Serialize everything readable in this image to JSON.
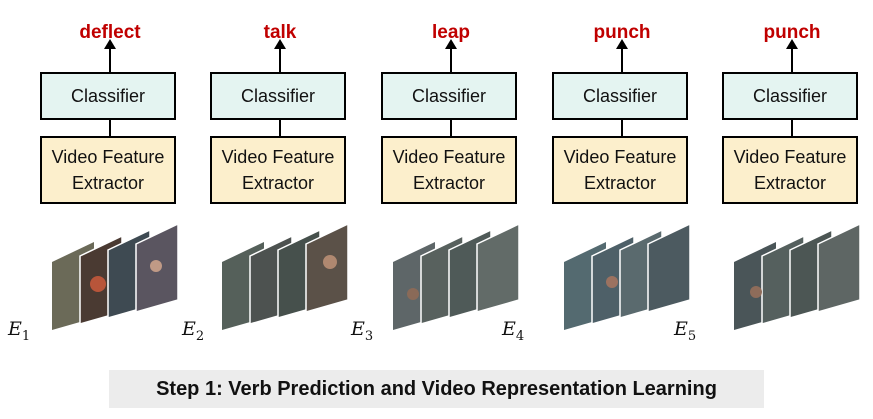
{
  "columns": [
    {
      "verb": "deflect",
      "classifier": "Classifier",
      "extractor_line1": "Video Feature",
      "extractor_line2": "Extractor",
      "episode": "E",
      "episode_index": "1"
    },
    {
      "verb": "talk",
      "classifier": "Classifier",
      "extractor_line1": "Video Feature",
      "extractor_line2": "Extractor",
      "episode": "E",
      "episode_index": "2"
    },
    {
      "verb": "leap",
      "classifier": "Classifier",
      "extractor_line1": "Video Feature",
      "extractor_line2": "Extractor",
      "episode": "E",
      "episode_index": "3"
    },
    {
      "verb": "punch",
      "classifier": "Classifier",
      "extractor_line1": "Video Feature",
      "extractor_line2": "Extractor",
      "episode": "E",
      "episode_index": "4"
    },
    {
      "verb": "punch",
      "classifier": "Classifier",
      "extractor_line1": "Video Feature",
      "extractor_line2": "Extractor",
      "episode": "E",
      "episode_index": "5"
    }
  ],
  "footer": "Step 1: Verb Prediction and Video Representation Learning",
  "colors": {
    "verb": "#c00000",
    "classifier_fill": "#e4f4f1",
    "extractor_fill": "#fcefcc",
    "footer_bg": "#ececec"
  }
}
